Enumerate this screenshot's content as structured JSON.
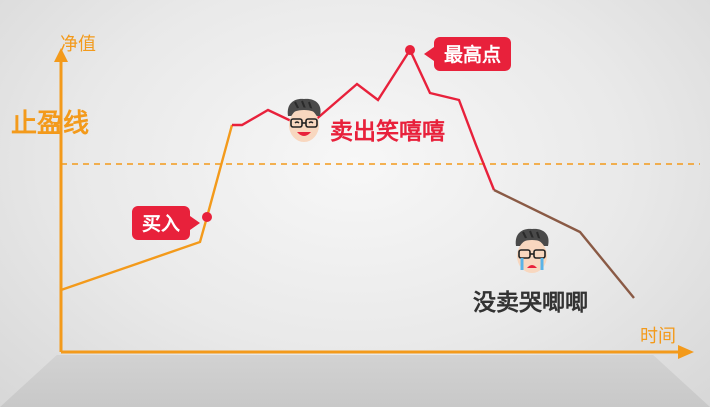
{
  "axes": {
    "y_label": "净值",
    "x_label": "时间"
  },
  "take_profit": {
    "label": "止盈线",
    "level": 0.62
  },
  "labels": {
    "peak": "最高点",
    "buy": "买入",
    "sell_happy": "卖出笑嘻嘻",
    "no_sell_cry": "没卖哭唧唧"
  },
  "icons": {
    "happy_face": "smiling-man-with-glasses-icon",
    "sad_face": "crying-man-with-glasses-icon"
  },
  "colors": {
    "axis": "#f39a1b",
    "rise": "#f39a1b",
    "peak_segment": "#e8213b",
    "fall": "#8a5a45",
    "tag": "#e8213b"
  }
}
